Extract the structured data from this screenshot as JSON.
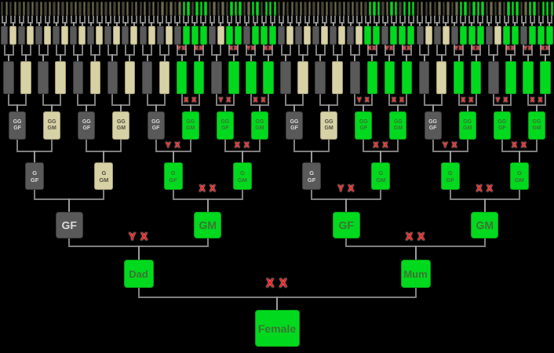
{
  "diagram_title": "",
  "colors": {
    "background": "#000000",
    "line": "#7f7f7f",
    "label_red": "#ff1414",
    "tokens": {
      "d": {
        "bg": "#595959",
        "border": "#3b3b3b",
        "text": "#d9d9d9"
      },
      "t": {
        "bg": "#d7d1a6",
        "border": "#a19a72",
        "text": "#514f40"
      },
      "g": {
        "bg": "#00d91e",
        "border": "#0b9e13",
        "text": "#3c7534"
      },
      "D": {
        "bg": "#454437",
        "border": "#2b2a22",
        "text": "#454437"
      },
      "T": {
        "bg": "#6e6b50",
        "border": "#45432f",
        "text": "#6e6b50"
      }
    }
  },
  "generations": {
    "gen7_oldest": {
      "tokens": "DTDTDTDTDTDTDTDTDTDTDTDTDTDTDTDTDTDTDTDTDTggDgggDTDTDgggDTggDgggDTDTDTDTDTDTDTDTDTDTDgggDTggDgggDTDTDTDTDTggDgggDTDTDgggDTggDggg"
    },
    "gen6": {
      "tokens": "dtdtdtdtdtdtdtdtdtdtdgggdtggdgggdtdtdtdtdtggdgggdtdtdgggdtggdggg",
      "pair_labels": [
        {
          "pair": 11,
          "text": "YX"
        },
        {
          "pair": 12,
          "text": "XX"
        },
        {
          "pair": 14,
          "text": "XX"
        },
        {
          "pair": 15,
          "text": "YX"
        },
        {
          "pair": 16,
          "text": "XX"
        },
        {
          "pair": 22,
          "text": "XX"
        },
        {
          "pair": 23,
          "text": "YX"
        },
        {
          "pair": 24,
          "text": "XX"
        },
        {
          "pair": 27,
          "text": "YX"
        },
        {
          "pair": 28,
          "text": "XX"
        },
        {
          "pair": 30,
          "text": "XX"
        },
        {
          "pair": 31,
          "text": "YX"
        },
        {
          "pair": 32,
          "text": "XX"
        }
      ]
    },
    "gen5": {
      "tokens": "dtdtdtdtdtggdgggdtdtdgggdtggdggg",
      "pair_labels": [
        {
          "pair": 6,
          "text": "X X"
        },
        {
          "pair": 7,
          "text": "Y X"
        },
        {
          "pair": 8,
          "text": "X X"
        },
        {
          "pair": 11,
          "text": "Y X"
        },
        {
          "pair": 12,
          "text": "X X"
        },
        {
          "pair": 14,
          "text": "X X"
        },
        {
          "pair": 15,
          "text": "Y X"
        },
        {
          "pair": 16,
          "text": "X X"
        }
      ]
    },
    "gen4": {
      "boxes": [
        {
          "c": "d",
          "lines": [
            "GG",
            "GF"
          ]
        },
        {
          "c": "t",
          "lines": [
            "GG",
            "GM"
          ]
        },
        {
          "c": "d",
          "lines": [
            "GG",
            "GF"
          ]
        },
        {
          "c": "t",
          "lines": [
            "GG",
            "GM"
          ]
        },
        {
          "c": "d",
          "lines": [
            "GG",
            "GF"
          ]
        },
        {
          "c": "g",
          "lines": [
            "GG",
            "GM"
          ]
        },
        {
          "c": "g",
          "lines": [
            "GG",
            "GF"
          ]
        },
        {
          "c": "g",
          "lines": [
            "GG",
            "GM"
          ]
        },
        {
          "c": "d",
          "lines": [
            "GG",
            "GF"
          ]
        },
        {
          "c": "t",
          "lines": [
            "GG",
            "GM"
          ]
        },
        {
          "c": "g",
          "lines": [
            "GG",
            "GF"
          ]
        },
        {
          "c": "g",
          "lines": [
            "GG",
            "GM"
          ]
        },
        {
          "c": "d",
          "lines": [
            "GG",
            "GF"
          ]
        },
        {
          "c": "g",
          "lines": [
            "GG",
            "GM"
          ]
        },
        {
          "c": "g",
          "lines": [
            "GG",
            "GF"
          ]
        },
        {
          "c": "g",
          "lines": [
            "GG",
            "GM"
          ]
        }
      ],
      "pair_labels": [
        {
          "pair": 3,
          "text": "Y X"
        },
        {
          "pair": 4,
          "text": "X X"
        },
        {
          "pair": 6,
          "text": "X X"
        },
        {
          "pair": 7,
          "text": "Y X"
        },
        {
          "pair": 8,
          "text": "X X"
        }
      ]
    },
    "gen3": {
      "boxes": [
        {
          "c": "d",
          "lines": [
            "G",
            "GF"
          ]
        },
        {
          "c": "t",
          "lines": [
            "G",
            "GM"
          ]
        },
        {
          "c": "g",
          "lines": [
            "G",
            "GF"
          ]
        },
        {
          "c": "g",
          "lines": [
            "G",
            "GM"
          ]
        },
        {
          "c": "d",
          "lines": [
            "G",
            "GF"
          ]
        },
        {
          "c": "g",
          "lines": [
            "G",
            "GM"
          ]
        },
        {
          "c": "g",
          "lines": [
            "G",
            "GF"
          ]
        },
        {
          "c": "g",
          "lines": [
            "G",
            "GM"
          ]
        }
      ],
      "pair_labels": [
        {
          "pair": 2,
          "text": "X X"
        },
        {
          "pair": 3,
          "text": "Y X"
        },
        {
          "pair": 4,
          "text": "X X"
        }
      ]
    },
    "gen2": {
      "boxes": [
        {
          "c": "d",
          "lines": [
            "GF"
          ]
        },
        {
          "c": "g",
          "lines": [
            "GM"
          ]
        },
        {
          "c": "g",
          "lines": [
            "GF"
          ]
        },
        {
          "c": "g",
          "lines": [
            "GM"
          ]
        }
      ],
      "pair_labels": [
        {
          "pair": 1,
          "text": "Y X"
        },
        {
          "pair": 2,
          "text": "X X"
        }
      ]
    },
    "gen1": {
      "boxes": [
        {
          "c": "g",
          "lines": [
            "Dad"
          ]
        },
        {
          "c": "g",
          "lines": [
            "Mum"
          ]
        }
      ],
      "pair_labels": [
        {
          "pair": 1,
          "text": "X X"
        }
      ]
    },
    "gen0": {
      "boxes": [
        {
          "c": "g",
          "lines": [
            "Female"
          ]
        }
      ]
    }
  }
}
